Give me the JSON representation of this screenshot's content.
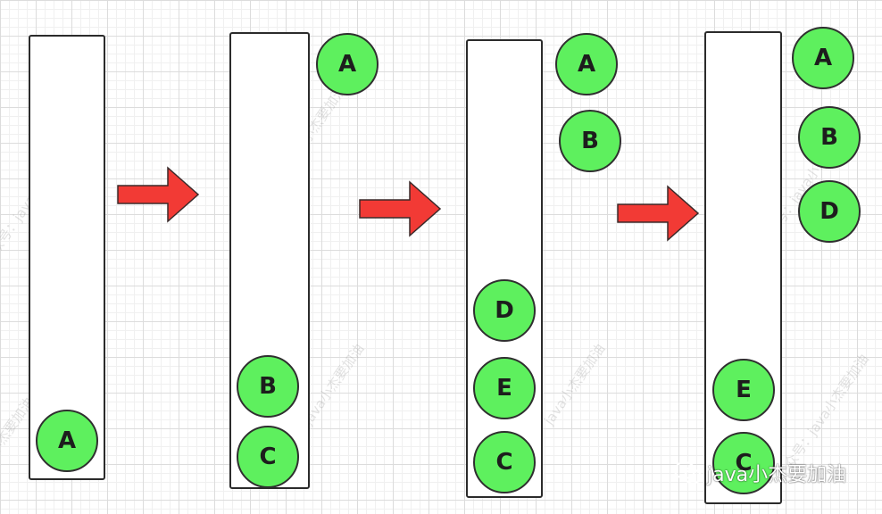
{
  "diagram": {
    "states": [
      {
        "stack": [],
        "outside": [
          "A"
        ]
      },
      {
        "stack": [
          "B",
          "C"
        ],
        "outside": [
          "A"
        ]
      },
      {
        "stack": [
          "D",
          "E",
          "C"
        ],
        "outside": [
          "A",
          "B"
        ]
      },
      {
        "stack": [
          "E",
          "C"
        ],
        "outside": [
          "A",
          "B",
          "D"
        ]
      }
    ]
  },
  "watermark": {
    "brand_text": "java小杰要加油",
    "diagonal_texts": [
      "众号：java小杰要加油",
      "java小杰要加油",
      "众号：java小杰要加油",
      "java小杰要加油"
    ]
  },
  "colors": {
    "node_fill": "#5ef05e",
    "node_border": "#2f2f2f",
    "arrow": "#f23a35",
    "grid": "#dcdcdc"
  }
}
